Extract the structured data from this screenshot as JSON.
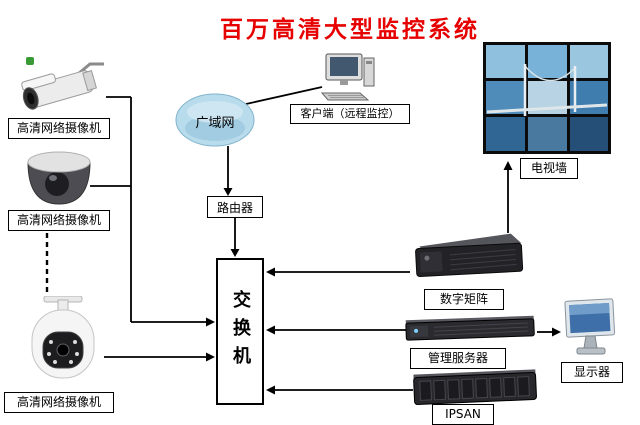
{
  "title": "百万高清大型监控系统",
  "cameras": [
    {
      "label": "高清网络摄像机"
    },
    {
      "label": "高清网络摄像机"
    },
    {
      "label": "高清网络摄像机"
    }
  ],
  "wan": {
    "label": "广域网"
  },
  "client": {
    "label": "客户端（远程监控）"
  },
  "router": {
    "label": "路由器"
  },
  "switch": {
    "label": "交换机"
  },
  "tv_wall": {
    "label": "电视墙"
  },
  "matrix": {
    "label": "数字矩阵"
  },
  "mgmt_server": {
    "label": "管理服务器"
  },
  "ipsan": {
    "label": "IPSAN"
  },
  "monitor": {
    "label": "显示器"
  },
  "colors": {
    "title_red": "#e60000",
    "cloud_blue": "#b9dcec",
    "line_black": "#000000"
  }
}
